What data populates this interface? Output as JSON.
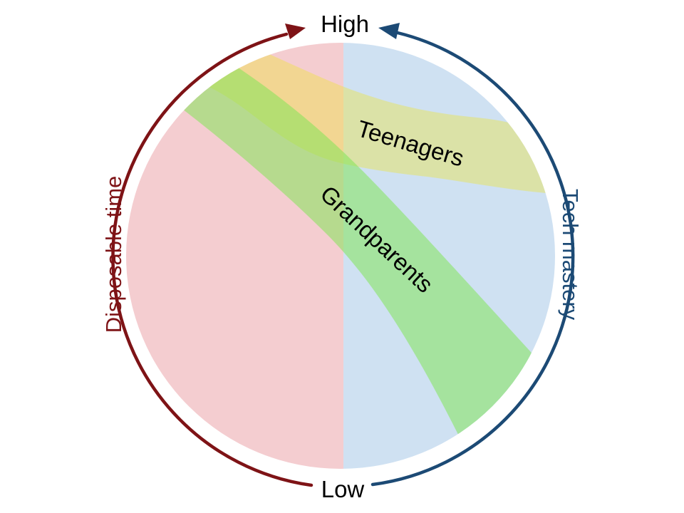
{
  "labels": {
    "high": "High",
    "low": "Low",
    "left_axis": "Disposable time",
    "right_axis": "Tech mastery"
  },
  "bands": [
    {
      "label": "Teenagers"
    },
    {
      "label": "Grandparents"
    }
  ],
  "colors": {
    "pink_half": "#f4cdd0",
    "blue_half": "#cfe1f2",
    "yellow_band": "#f0e52e",
    "green_band": "#82e657",
    "maroon": "#7e1316",
    "navy": "#1c4a75",
    "label_text": "#000000"
  }
}
